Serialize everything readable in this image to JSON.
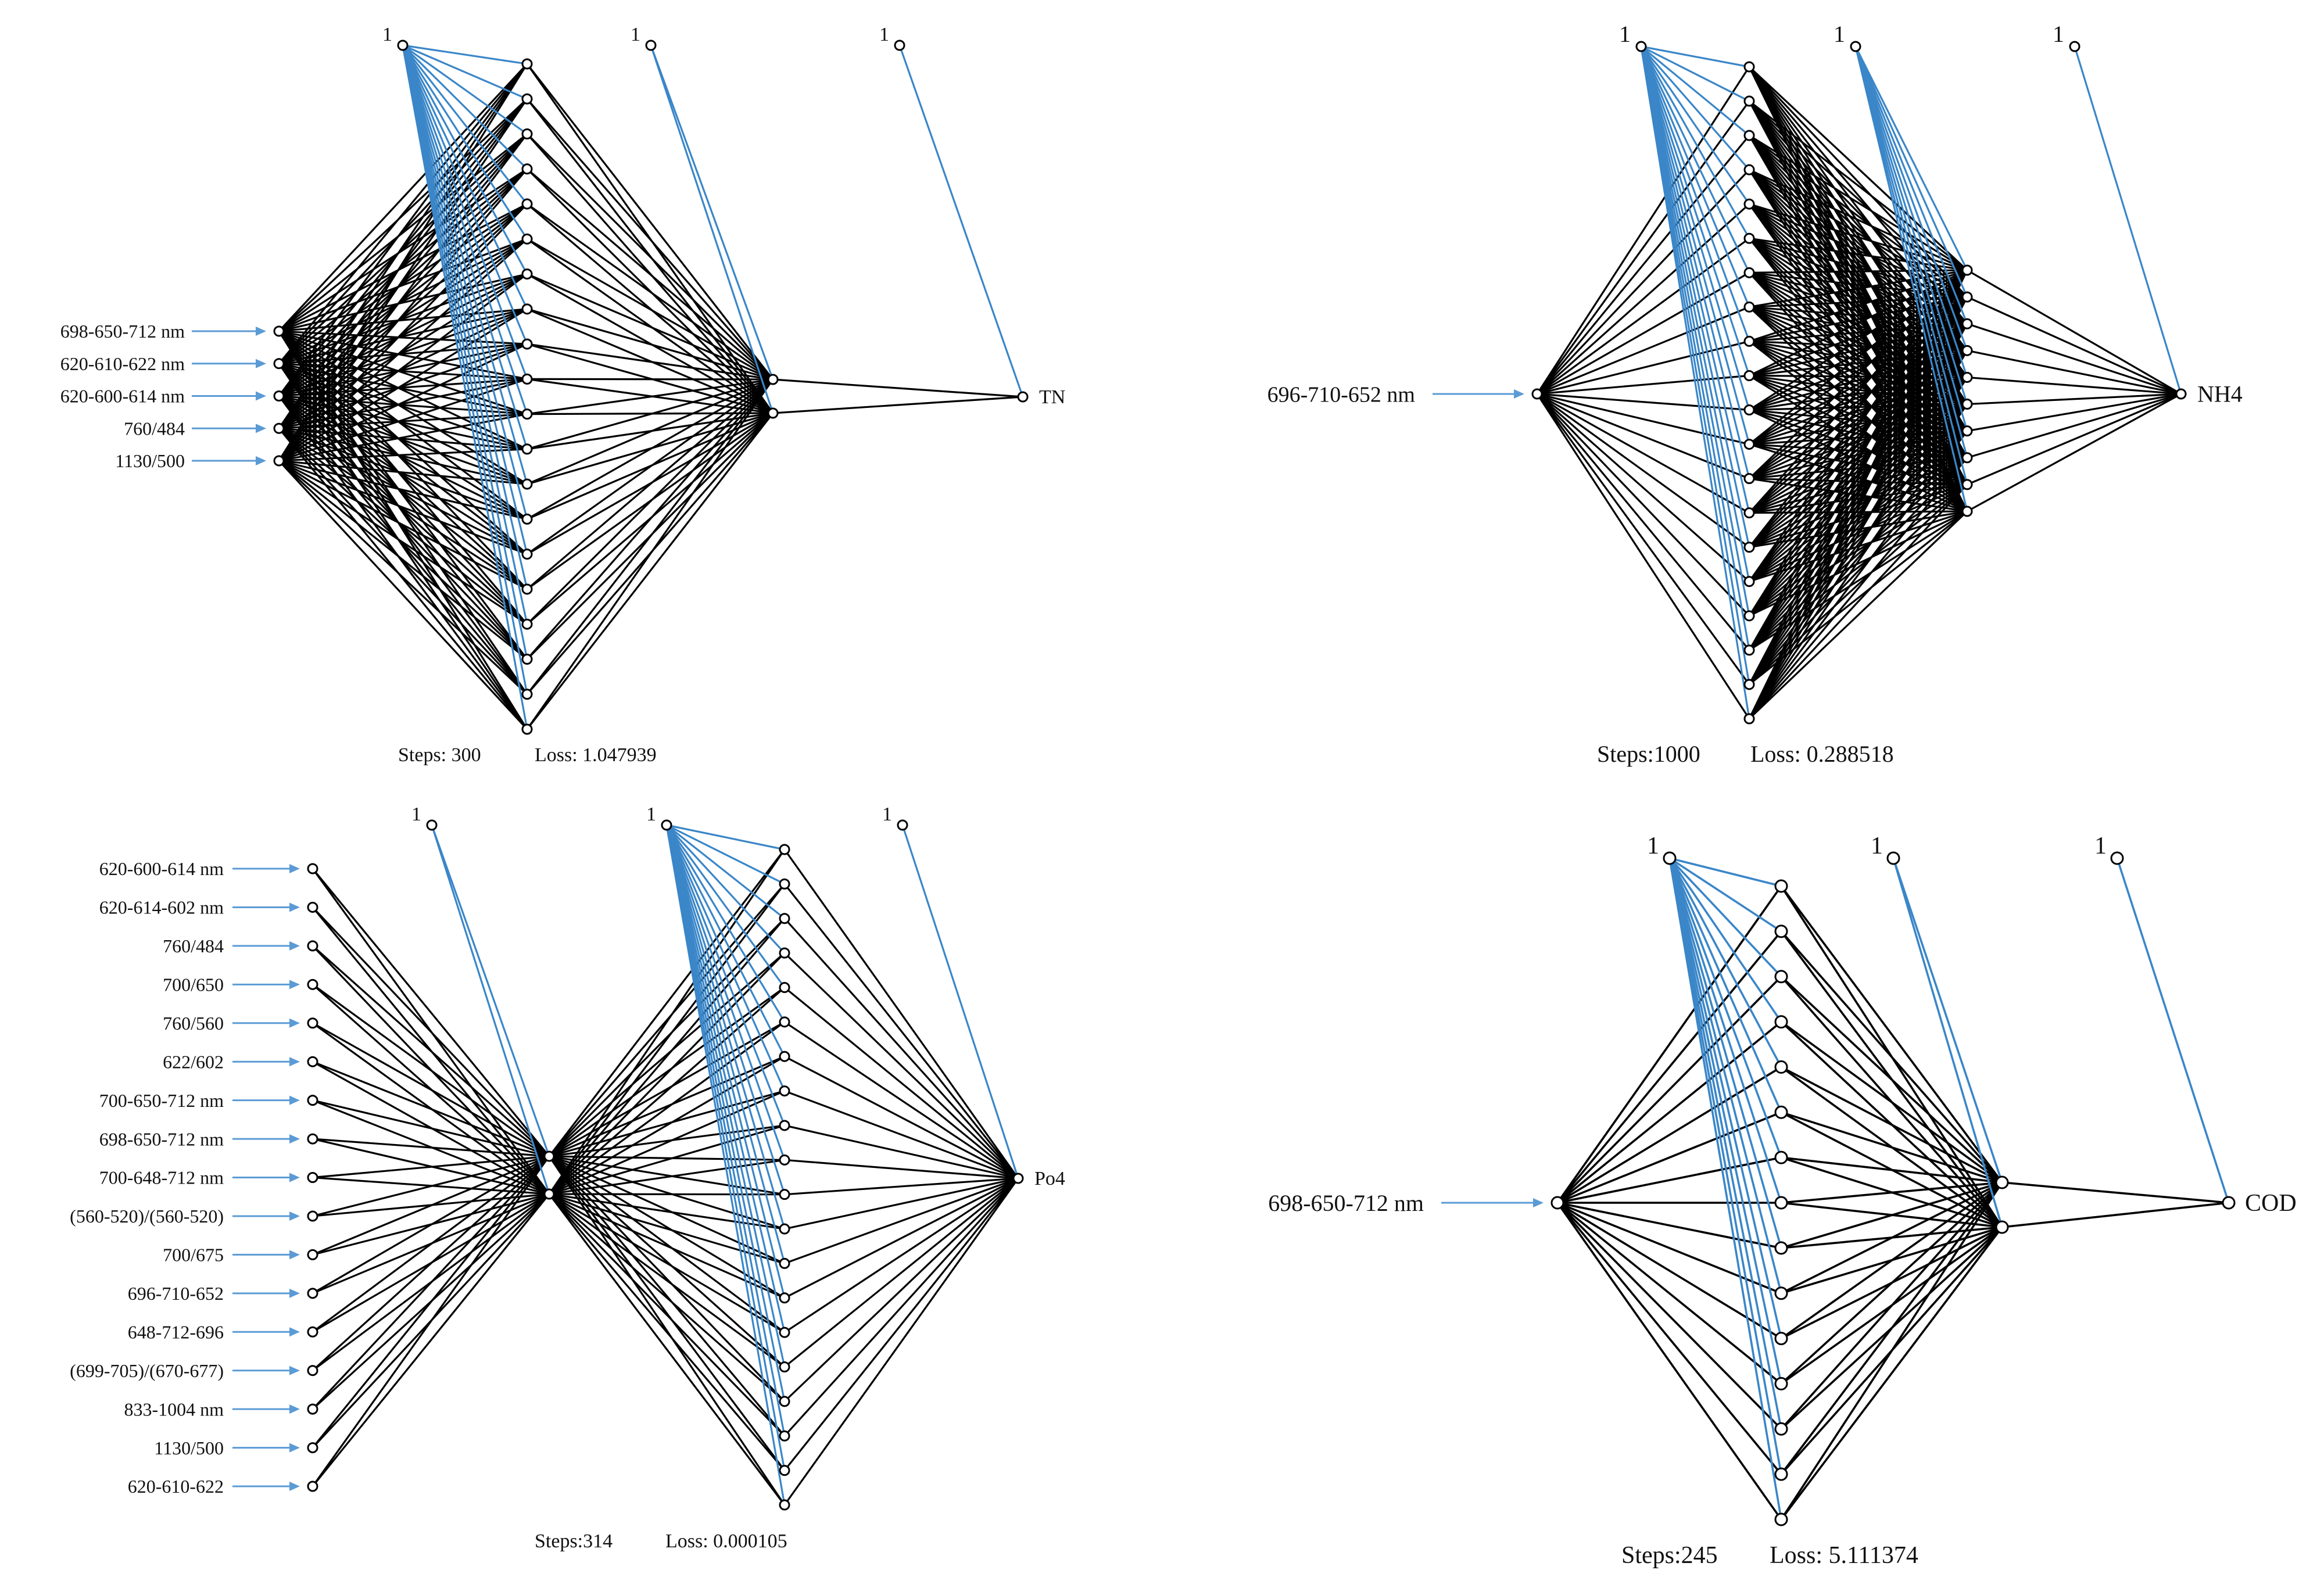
{
  "colors": {
    "weights": "#000000",
    "bias": "#3a86c8",
    "arrow": "#5b9bd5",
    "node_fill": "#ffffff",
    "node_stroke": "#000000",
    "text": "#111111"
  },
  "networks": [
    {
      "id": "tn",
      "inputs": [
        "698-650-712  nm",
        "620-610-622  nm",
        "620-600-614  nm",
        "760/484",
        "1130/500"
      ],
      "output": "TN",
      "bias_labels": [
        "1",
        "1",
        "1"
      ],
      "hidden_counts": [
        20,
        2
      ],
      "steps_text": "Steps: 300",
      "loss_text": "Loss: 1.047939"
    },
    {
      "id": "nh4",
      "inputs": [
        "696-710-652  nm"
      ],
      "output": "NH4",
      "bias_labels": [
        "1",
        "1",
        "1"
      ],
      "hidden_counts": [
        20,
        10
      ],
      "steps_text": "Steps:1000",
      "loss_text": "Loss: 0.288518"
    },
    {
      "id": "po4",
      "inputs": [
        "620-600-614  nm",
        "620-614-602  nm",
        "760/484",
        "700/650",
        "760/560",
        "622/602",
        "700-650-712  nm",
        "698-650-712  nm",
        "700-648-712  nm",
        "(560-520)/(560-520)",
        "700/675",
        "696-710-652",
        "648-712-696",
        "(699-705)/(670-677)",
        "833-1004  nm",
        "1130/500",
        "620-610-622"
      ],
      "output": "Po4",
      "bias_labels": [
        "1",
        "1",
        "1"
      ],
      "hidden_counts": [
        2,
        20
      ],
      "steps_text": "Steps:314",
      "loss_text": "Loss: 0.000105"
    },
    {
      "id": "cod",
      "inputs": [
        "698-650-712  nm"
      ],
      "output": "COD",
      "bias_labels": [
        "1",
        "1",
        "1"
      ],
      "hidden_counts": [
        15,
        2
      ],
      "steps_text": "Steps:245",
      "loss_text": "Loss: 5.111374"
    }
  ]
}
